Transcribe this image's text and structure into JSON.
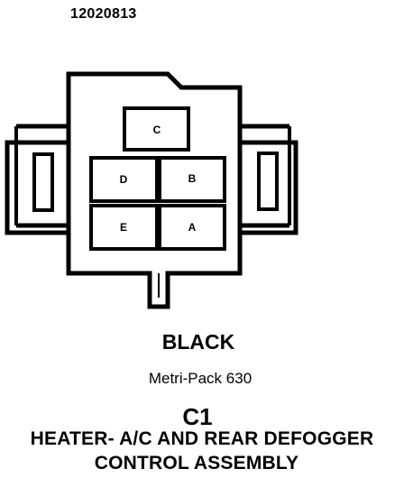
{
  "part_number": "12020813",
  "connector": {
    "color": "BLACK",
    "family": "Metri-Pack 630",
    "id": "C1",
    "description_line1": "HEATER- A/C AND REAR DEFOGGER",
    "description_line2": "CONTROL ASSEMBLY"
  },
  "cavities": [
    {
      "pin": "C"
    },
    {
      "pin": "D"
    },
    {
      "pin": "B"
    },
    {
      "pin": "E"
    },
    {
      "pin": "A"
    }
  ]
}
